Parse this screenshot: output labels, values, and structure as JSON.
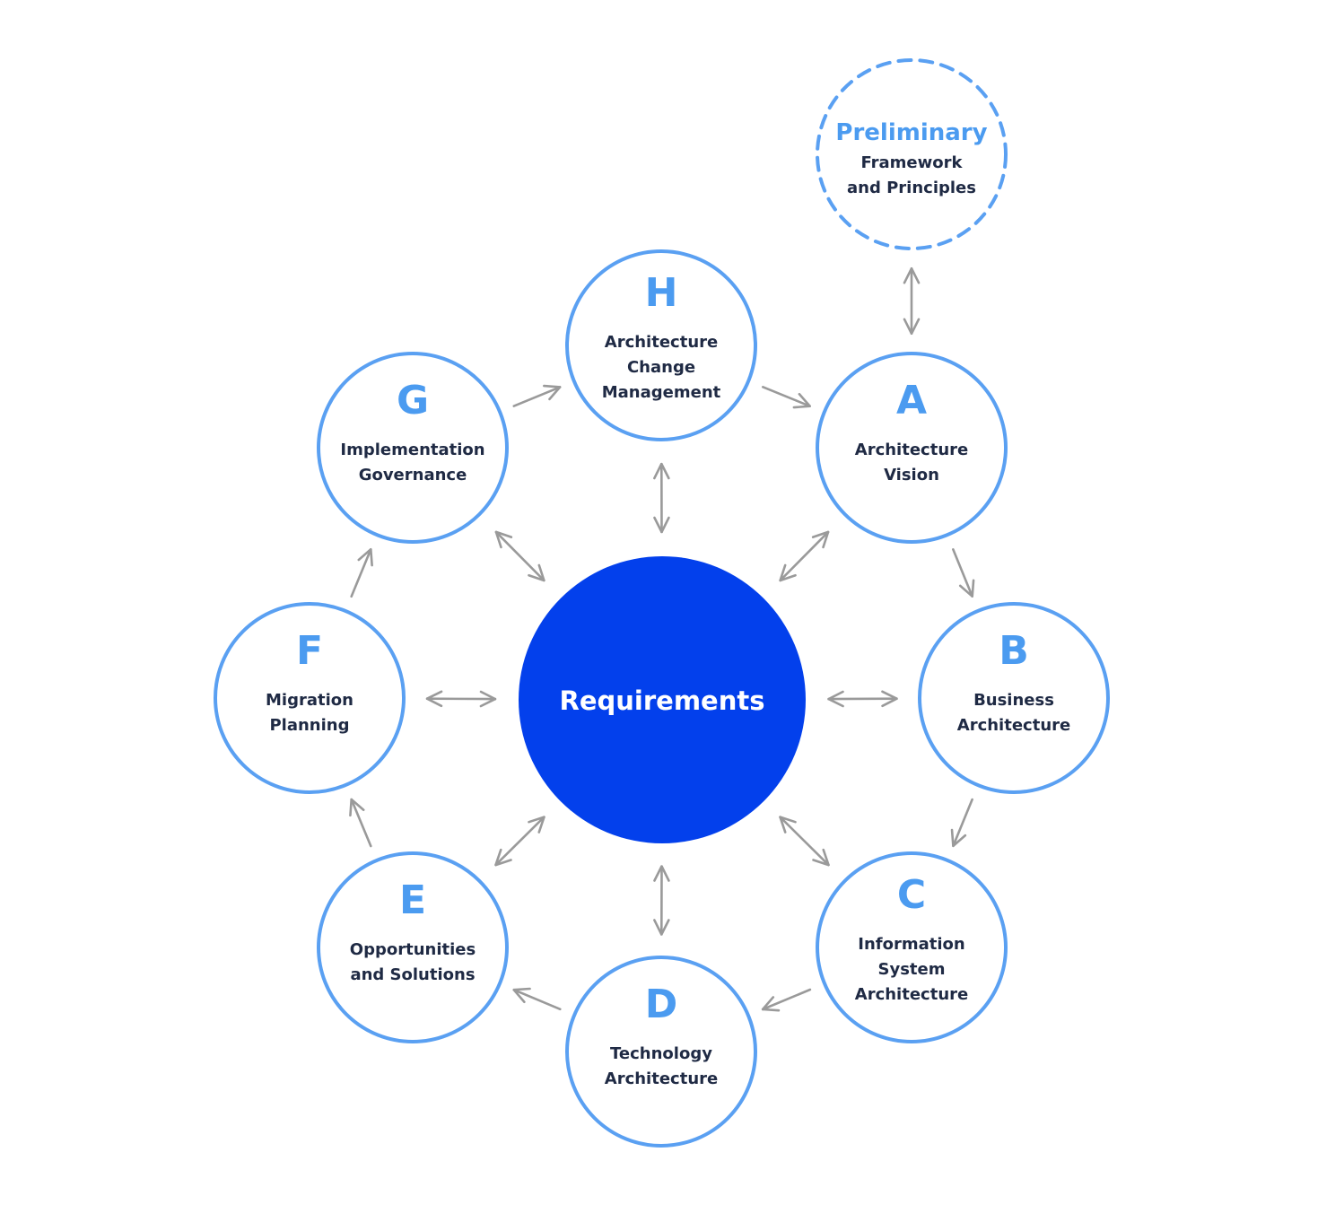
{
  "colors": {
    "ring_stroke": "#5aa0f2",
    "letter": "#4b9bf0",
    "label": "#1f2a44",
    "center_fill": "#0340ec",
    "center_text": "#ffffff",
    "arrow": "#9a9a9a",
    "background": "#ffffff"
  },
  "center": {
    "label": "Requirements"
  },
  "preliminary": {
    "title": "Preliminary",
    "lines": [
      "Framework",
      "and Principles"
    ]
  },
  "phases": [
    {
      "key": "A",
      "letter": "A",
      "lines": [
        "Architecture",
        "Vision"
      ]
    },
    {
      "key": "B",
      "letter": "B",
      "lines": [
        "Business",
        "Architecture"
      ]
    },
    {
      "key": "C",
      "letter": "C",
      "lines": [
        "Information",
        "System",
        "Architecture"
      ]
    },
    {
      "key": "D",
      "letter": "D",
      "lines": [
        "Technology",
        "Architecture"
      ]
    },
    {
      "key": "E",
      "letter": "E",
      "lines": [
        "Opportunities",
        "and Solutions"
      ]
    },
    {
      "key": "F",
      "letter": "F",
      "lines": [
        "Migration",
        "Planning"
      ]
    },
    {
      "key": "G",
      "letter": "G",
      "lines": [
        "Implementation",
        "Governance"
      ]
    },
    {
      "key": "H",
      "letter": "H",
      "lines": [
        "Architecture",
        "Change",
        "Management"
      ]
    }
  ],
  "edges": [
    {
      "from": "H",
      "to": "A",
      "direction": "forward"
    },
    {
      "from": "A",
      "to": "B",
      "direction": "forward"
    },
    {
      "from": "B",
      "to": "C",
      "direction": "forward"
    },
    {
      "from": "C",
      "to": "D",
      "direction": "forward"
    },
    {
      "from": "D",
      "to": "E",
      "direction": "forward"
    },
    {
      "from": "E",
      "to": "F",
      "direction": "forward"
    },
    {
      "from": "F",
      "to": "G",
      "direction": "forward"
    },
    {
      "from": "G",
      "to": "H",
      "direction": "forward"
    },
    {
      "from": "center",
      "to": "A",
      "direction": "both"
    },
    {
      "from": "center",
      "to": "B",
      "direction": "both"
    },
    {
      "from": "center",
      "to": "C",
      "direction": "both"
    },
    {
      "from": "center",
      "to": "D",
      "direction": "both"
    },
    {
      "from": "center",
      "to": "E",
      "direction": "both"
    },
    {
      "from": "center",
      "to": "F",
      "direction": "both"
    },
    {
      "from": "center",
      "to": "G",
      "direction": "both"
    },
    {
      "from": "center",
      "to": "H",
      "direction": "both"
    },
    {
      "from": "preliminary",
      "to": "A",
      "direction": "both"
    }
  ]
}
